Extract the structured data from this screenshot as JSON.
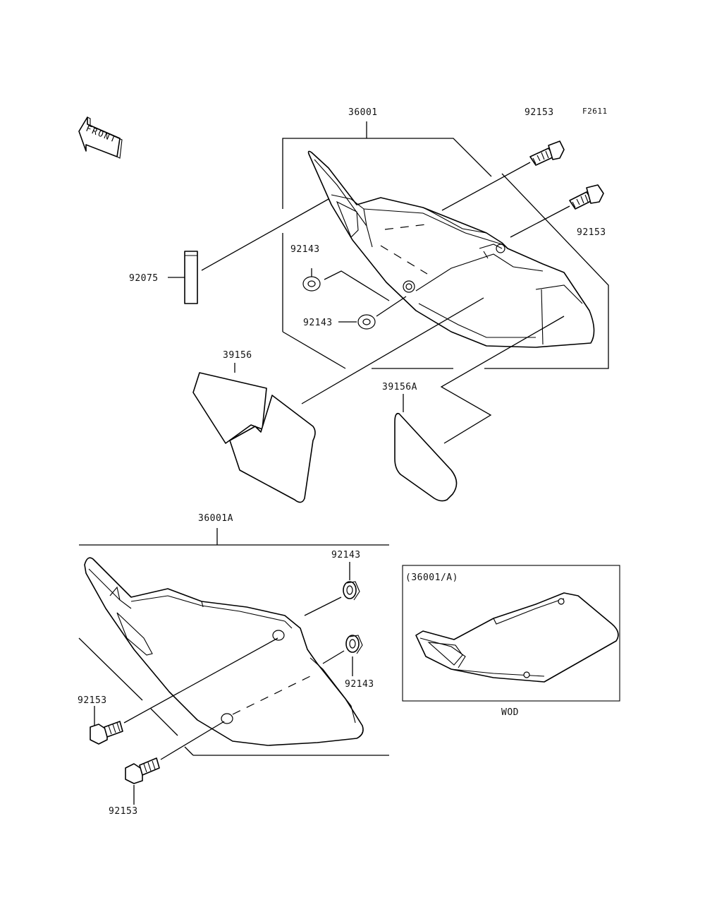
{
  "diagram": {
    "ref_code": "F2611",
    "front_arrow": "FRONT",
    "parts": {
      "p36001": "36001",
      "p92153_top_a": "92153",
      "p92153_top_b": "92153",
      "p92143_top_a": "92143",
      "p92143_top_b": "92143",
      "p92075": "92075",
      "p39156": "39156",
      "p39156A": "39156A",
      "p36001A": "36001A",
      "p92143_bot_a": "92143",
      "p92143_bot_b": "92143",
      "p92153_bot_a": "92153",
      "p92153_bot_b": "92153"
    },
    "inset": {
      "title": "(36001/A)",
      "caption": "WOD"
    }
  }
}
